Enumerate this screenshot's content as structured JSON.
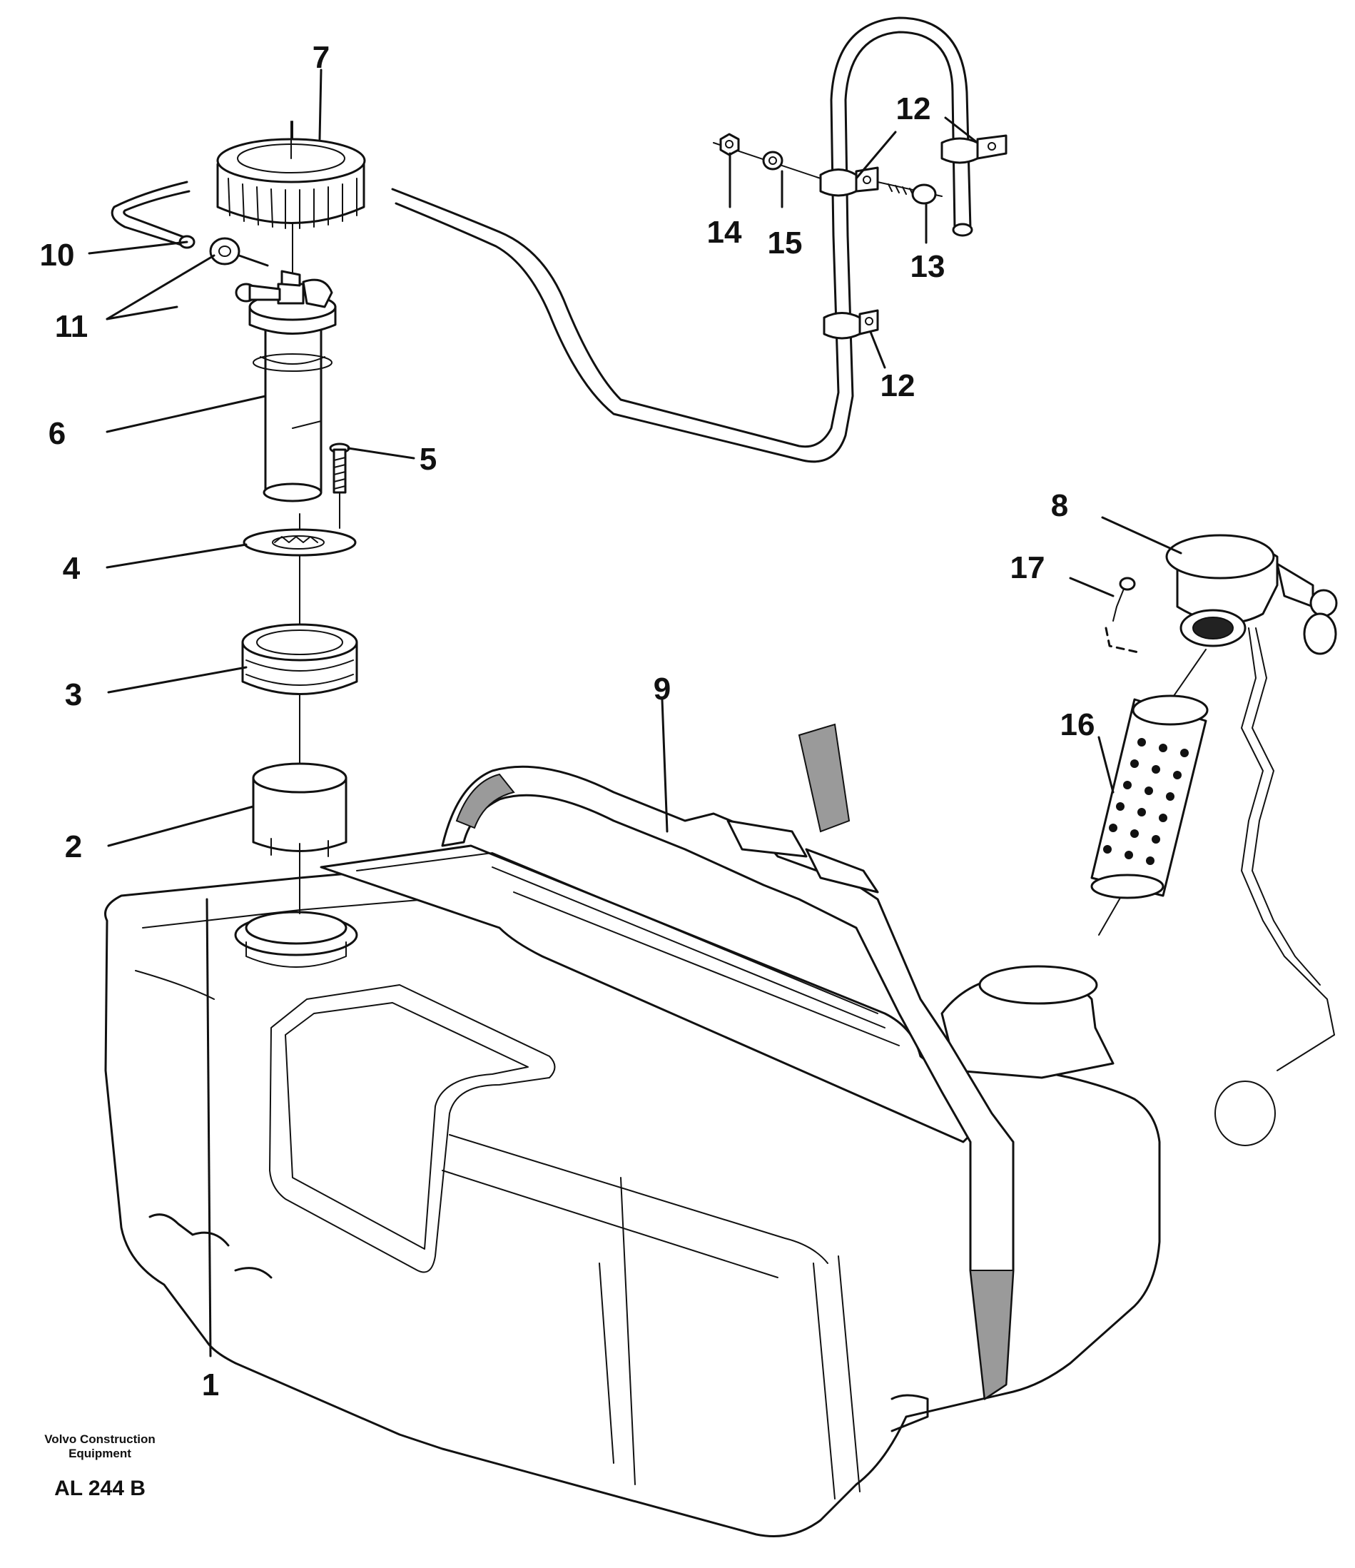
{
  "callouts": {
    "c1": "1",
    "c2": "2",
    "c3": "3",
    "c4": "4",
    "c5": "5",
    "c6": "6",
    "c7": "7",
    "c8": "8",
    "c9": "9",
    "c10": "10",
    "c11": "11",
    "c12a": "12",
    "c12b": "12",
    "c13": "13",
    "c14": "14",
    "c15": "15",
    "c16": "16",
    "c17": "17"
  },
  "credit": {
    "line1": "Volvo Construction",
    "line2": "Equipment",
    "code": "AL 244 B"
  }
}
